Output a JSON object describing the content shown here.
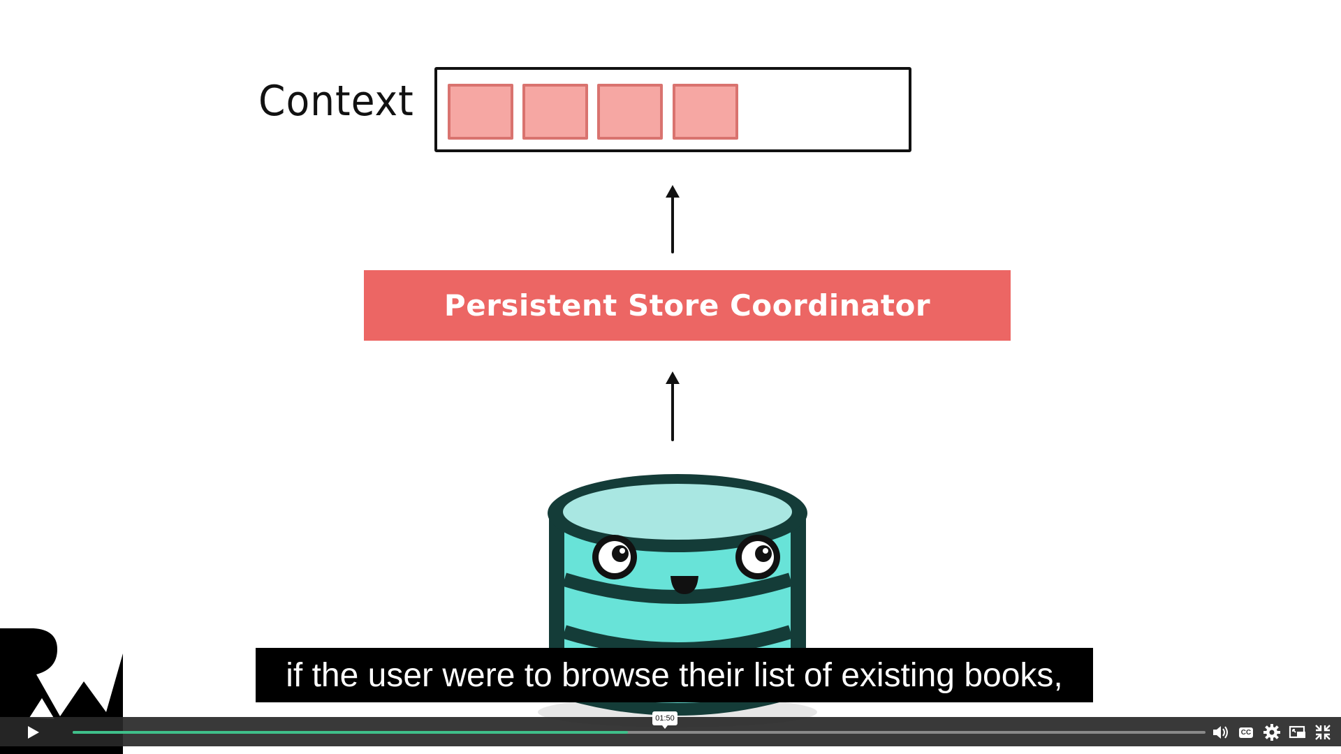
{
  "slide": {
    "context_label": "Context",
    "context_items_count_shown": 4,
    "coordinator_label": "Persistent Store Coordinator"
  },
  "subtitle": {
    "text": "if the user were to browse their list of existing books,"
  },
  "player": {
    "hover_time": "01:50",
    "progress_fraction": 0.49,
    "icons": [
      "play-icon",
      "volume-icon",
      "captions-icon",
      "settings-icon",
      "picture-in-picture-icon",
      "exit-fullscreen-icon"
    ],
    "captions_label": "CC",
    "accent_color": "#3fbf8a"
  },
  "colors": {
    "coordinator_fill": "#ec6664",
    "context_item_fill": "#f6a7a3",
    "db_body": "#68e3d8",
    "db_top": "#a9e7e2",
    "db_outline": "#143c38"
  }
}
